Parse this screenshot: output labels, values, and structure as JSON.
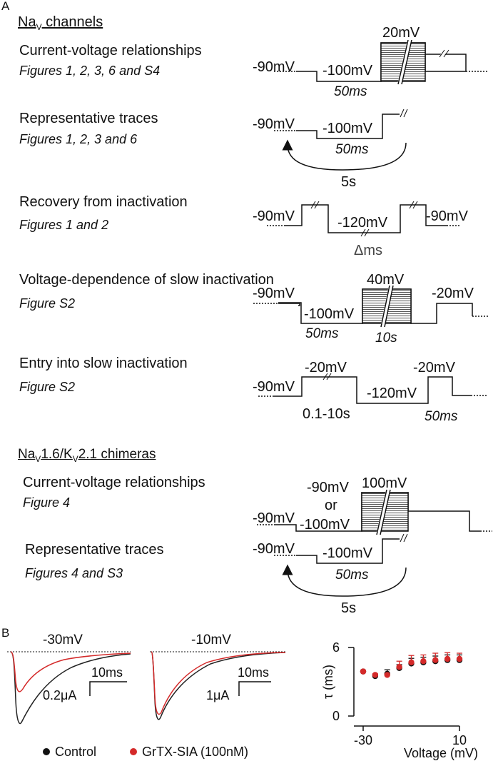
{
  "panels": {
    "a": "A",
    "b": "B"
  },
  "sections": {
    "nav": {
      "prefix": "Na",
      "subscript": "V",
      "suffix": " channels"
    },
    "chimeras": {
      "part1": "Na",
      "sub1": "V",
      "part2": "1.6/K",
      "sub2": "V",
      "part3": "2.1 chimeras"
    }
  },
  "protocols": [
    {
      "title": "Current-voltage relationships",
      "subtitle": "Figures 1, 2, 3, 6 and S4",
      "labels": {
        "hold": "-90mV",
        "pre": "-100mV",
        "pre_dur": "50ms",
        "test": "20mV"
      }
    },
    {
      "title": "Representative traces",
      "subtitle": "Figures 1, 2, 3 and 6",
      "labels": {
        "hold": "-90mV",
        "pre": "-100mV",
        "pre_dur": "50ms",
        "interval": "5s"
      }
    },
    {
      "title": "Recovery from inactivation",
      "subtitle": "Figures 1 and 2",
      "labels": {
        "hold": "-90mV",
        "rec": "-120mV",
        "delta": "Δms",
        "hold2": "-90mV"
      }
    },
    {
      "title": "Voltage-dependence of slow inactivation",
      "subtitle": "Figure S2",
      "labels": {
        "hold": "-90mV",
        "pre": "-100mV",
        "pre_dur": "50ms",
        "cond": "40mV",
        "cond_dur": "10s",
        "test": "-20mV"
      }
    },
    {
      "title": "Entry into slow inactivation",
      "subtitle": "Figure S2",
      "labels": {
        "hold": "-90mV",
        "cond": "-20mV",
        "cond_dur": "0.1-10s",
        "rec": "-120mV",
        "test": "-20mV",
        "test_dur": "50ms"
      }
    },
    {
      "title": "Current-voltage relationships",
      "subtitle": "Figure 4",
      "labels": {
        "hold": "-90mV",
        "pre_a": "-90mV",
        "pre_or": "or",
        "pre_b": "-100mV",
        "test": "100mV"
      }
    },
    {
      "title": "Representative traces",
      "subtitle": "Figures 4 and S3",
      "labels": {
        "hold": "-90mV",
        "pre": "-100mV",
        "pre_dur": "50ms",
        "interval": "5s"
      }
    }
  ],
  "traces": [
    {
      "voltage_label": "-30mV",
      "scale_time": "10ms",
      "scale_current": "0.2μA"
    },
    {
      "voltage_label": "-10mV",
      "scale_time": "10ms",
      "scale_current": "1μA"
    }
  ],
  "legend": [
    {
      "label": "Control",
      "color": "#111111"
    },
    {
      "label": "GrTX-SIA (100nM)",
      "color": "#d42a2a"
    }
  ],
  "chart_data": {
    "type": "scatter",
    "xlabel": "Voltage (mV)",
    "ylabel": "τ (ms)",
    "xlim": [
      -30,
      10
    ],
    "ylim": [
      0,
      6
    ],
    "xticks": [
      "-30",
      "10"
    ],
    "yticks": [
      "0",
      "6"
    ],
    "x": [
      -30,
      -25,
      -20,
      -15,
      -10,
      -5,
      0,
      5,
      10
    ],
    "series": [
      {
        "name": "Control",
        "color": "#111111",
        "values": [
          3.9,
          3.5,
          3.7,
          4.2,
          4.6,
          4.7,
          4.8,
          4.9,
          4.9
        ],
        "errors": [
          0.1,
          0.15,
          0.35,
          0.3,
          0.45,
          0.45,
          0.45,
          0.45,
          0.45
        ]
      },
      {
        "name": "GrTX-SIA (100nM)",
        "color": "#d42a2a",
        "values": [
          3.9,
          3.6,
          3.6,
          4.3,
          4.7,
          4.8,
          4.9,
          5.0,
          5.0
        ],
        "errors": [
          0.1,
          0.1,
          0.1,
          0.5,
          0.6,
          0.55,
          0.6,
          0.55,
          0.5
        ]
      }
    ]
  }
}
